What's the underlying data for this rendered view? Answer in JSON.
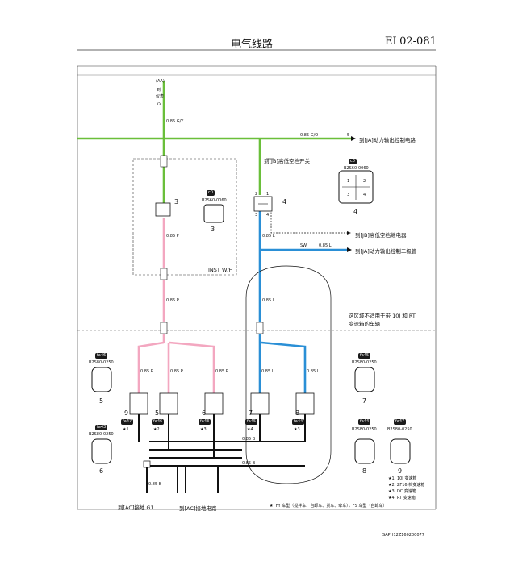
{
  "header": {
    "title": "电气线路",
    "page_code": "EL02-081"
  },
  "top_left_label": [
    "(AA)",
    "到",
    "仪表",
    "79"
  ],
  "right_labels": {
    "ja_power_output": "到[JA]动力输出控制电路",
    "jb_hilow_switch": "到[JB]高低空档开关",
    "jb_hilow_relay": "到[JB]高低空档继电器",
    "ja_power_diode": "到[JA]动力输出控制二极管"
  },
  "wire_labels": {
    "top_left": "0.85 G/Y",
    "top_right": "0.85 G/O",
    "pink_upper": "0.85 P",
    "pink_lower": "0.85 P",
    "blue_vert": "0.85 L",
    "blue_right": "0.85 L",
    "blue_lower": "0.85 L",
    "sw": "SW",
    "ground_b": "0.85 B",
    "ground_b2": "0.85 B",
    "branch_p1": "0.85 P",
    "branch_p2": "0.85 P",
    "branch_p3": "0.85 P",
    "branch_l1": "0.85 L",
    "branch_l2": "0.85 L",
    "gnd_left": "0.85 B"
  },
  "inst_box_label": "INST W/H",
  "connectors": {
    "c3": {
      "code": "c0",
      "part": "B2S60-0060",
      "number": "3"
    },
    "c4": {
      "code": "c0",
      "part": "B2S60-0060",
      "number": "4",
      "pins": [
        "1",
        "2",
        "3",
        "4"
      ]
    },
    "c5": {
      "code": "fa46",
      "part": "B2S80-0250",
      "number": "5"
    },
    "c6": {
      "code": "fa43",
      "part": "B2S80-0250",
      "number": "6"
    },
    "c7": {
      "code": "fa45",
      "part": "B2S80-0250",
      "number": "7"
    },
    "c8": {
      "code": "fa44",
      "part": "B2S80-0250",
      "number": "8"
    },
    "c9": {
      "code": "fa47",
      "part": "B2S80-0250",
      "number": "9"
    }
  },
  "bottom_nums": [
    "9",
    "5",
    "6",
    "7",
    "8"
  ],
  "bottom_tags": [
    "fa47",
    "fa46",
    "fa43",
    "fa45",
    "fa44"
  ],
  "bottom_stars": [
    "★1",
    "★2",
    "★3",
    "★4",
    "★3"
  ],
  "numeric_labels": {
    "sw_5": "5",
    "relay_2": "2",
    "relay_1": "1",
    "relay_3": "3",
    "relay_4": "4"
  },
  "dashed_note": [
    "这区域不适用于带 10J 和 RT",
    "变速箱的车辆"
  ],
  "legend": [
    "★1: 10J 变速箱",
    "★2: ZF16 档变速箱",
    "★3: DC 变速箱",
    "★4: RT 变速箱"
  ],
  "footer_left": "到[AC]接地 G1",
  "footer_mid": "到[AC]接地电路",
  "footer_note": "★: FY 车型（搅拌车、自卸车、货车、牵车），FS 车型（自卸车）",
  "footer_code": "SAPH12Z160200077",
  "colors": {
    "green": "#6abf3a",
    "pink": "#f3a7c0",
    "blue": "#2a8fd6",
    "black": "#111111"
  }
}
